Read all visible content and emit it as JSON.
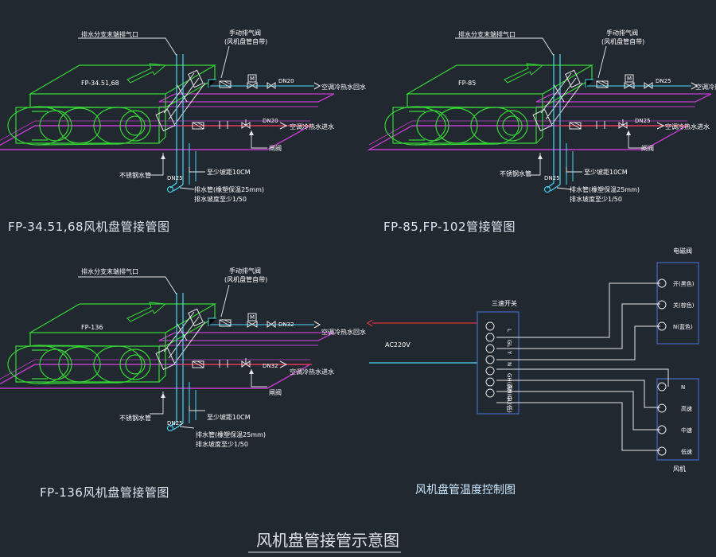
{
  "page_title": "风机盘管接管示意图",
  "colors": {
    "background": "#212830",
    "unit": "#36d636",
    "pipe_cyan": "#45d8f5",
    "supply_red": "#e03535",
    "floor_magenta": "#c03ccc",
    "text_white": "#ffffff",
    "wiring_white": "#e8e8e8"
  },
  "panels": [
    {
      "unit_label": "FP-34.51,68",
      "caption": "FP-34.51,68风机盘管接管图",
      "top_label": "排水分支末端排气口",
      "vent_label_line1": "手动排气阀",
      "vent_label_line2": "(风机盘管自带)",
      "return_size": "DN20",
      "supply_size": "DN20",
      "drain_size": "DN25",
      "return_label": "空调冷热水回水",
      "supply_label": "空调冷热水进水",
      "gate_valve": "闸阀",
      "stainless_hose": "不锈钢水管",
      "min_slope": "至少坡距10CM",
      "drain_line1": "排水管(橡塑保温25mm)",
      "drain_line2": "排水坡度至少1/50",
      "valve_mark": "M"
    },
    {
      "unit_label": "FP-85",
      "caption": "FP-85,FP-102管接管图",
      "top_label": "排水分支末端排气口",
      "vent_label_line1": "手动排气阀",
      "vent_label_line2": "(风机盘管自带)",
      "return_size": "DN25",
      "supply_size": "DN25",
      "drain_size": "DN25",
      "return_label": "空调冷热水回水",
      "supply_label": "空调冷热水进水",
      "gate_valve": "闸阀",
      "stainless_hose": "不锈钢水管",
      "min_slope": "至少坡距10CM",
      "drain_line1": "排水管(橡塑保温25mm)",
      "drain_line2": "排水坡度至少1/50",
      "valve_mark": "M"
    },
    {
      "unit_label": "FP-136",
      "caption": "FP-136风机盘管接管图",
      "top_label": "排水分支末端排气口",
      "vent_label_line1": "手动排气阀",
      "vent_label_line2": "(风机盘管自带)",
      "return_size": "DN32",
      "supply_size": "DN32",
      "drain_size": "DN25",
      "return_label": "空调冷热水回水",
      "supply_label": "空调冷热水进水",
      "gate_valve": "闸阀",
      "stainless_hose": "不锈钢水管",
      "min_slope": "至少坡距10CM",
      "drain_line1": "排水管(橡塑保温25mm)",
      "drain_line2": "排水坡度至少1/50",
      "valve_mark": "M"
    }
  ],
  "control": {
    "caption": "风机盘管温度控制图",
    "switch_title": "三速开关",
    "power_label": "AC220V",
    "switch_terminals": [
      "L",
      "GL",
      "Y",
      "N",
      "GH(高)",
      "GM(中)",
      "GL(低)"
    ],
    "valve_title": "电磁阀",
    "valve_terminals": [
      "开(黑色)",
      "关(棕色)",
      "N(蓝色)"
    ],
    "fan_title": "风机",
    "fan_terminals": [
      "N",
      "高速",
      "中速",
      "低速"
    ]
  }
}
